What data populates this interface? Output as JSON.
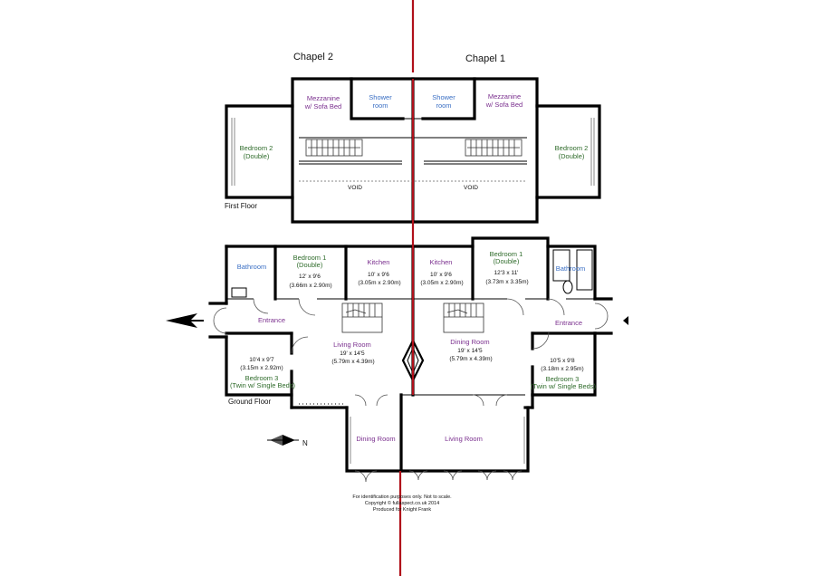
{
  "headings": {
    "chapel_2": "Chapel 2",
    "chapel_1": "Chapel 1",
    "first_floor": "First Floor",
    "ground_floor": "Ground Floor"
  },
  "first_floor_rooms": {
    "mezz_left": [
      "Mezzanine",
      "w/ Sofa Bed"
    ],
    "mezz_right": [
      "Mezzanine",
      "w/ Sofa Bed"
    ],
    "shower_left": [
      "Shower",
      "room"
    ],
    "shower_right": [
      "Shower",
      "room"
    ],
    "bed2_left": [
      "Bedroom 2",
      "(Double)"
    ],
    "bed2_right": [
      "Bedroom 2",
      "(Double)"
    ],
    "void_left": "VOID",
    "void_right": "VOID"
  },
  "ground_floor_rooms": {
    "bath_left": "Bathroom",
    "bath_right": "Bathroom",
    "bed1_left": [
      "Bedroom 1",
      "(Double)",
      "12' x 9'6",
      "(3.66m x 2.90m)"
    ],
    "bed1_right": [
      "Bedroom 1",
      "(Double)",
      "12'3 x 11'",
      "(3.73m x 3.35m)"
    ],
    "kitchen_left": [
      "Kitchen",
      "10' x 9'6",
      "(3.05m x 2.90m)"
    ],
    "kitchen_right": [
      "Kitchen",
      "10' x 9'6",
      "(3.05m x 2.90m)"
    ],
    "entrance_left": "Entrance",
    "entrance_right": "Entrance",
    "living_left": [
      "Living Room",
      "19' x 14'5",
      "(5.79m x 4.39m)"
    ],
    "dining_right": [
      "Dining Room",
      "19' x 14'5",
      "(5.79m x 4.39m)"
    ],
    "bed3_left": [
      "10'4 x 9'7",
      "(3.15m x 2.92m)",
      "Bedroom 3",
      "(Twin w/ Single Beds)"
    ],
    "bed3_right": [
      "10'5 x 9'8",
      "(3.18m x 2.95m)",
      "Bedroom 3",
      "(Twin w/ Single Beds)"
    ],
    "dining_bay": "Dining Room",
    "living_bay": "Living Room"
  },
  "compass": {
    "label": "N"
  },
  "footer": [
    "For identification purposes only.  Not to scale.",
    "Copyright © fullaspect.co.uk 2014",
    "Produced for Knight Frank"
  ],
  "colors": {
    "room_label": "#7a2f8e",
    "bedroom_label": "#2e6b2a",
    "wet_room_label": "#3a6fc4",
    "divider_line": "#b0101a",
    "walls": "#000000"
  }
}
